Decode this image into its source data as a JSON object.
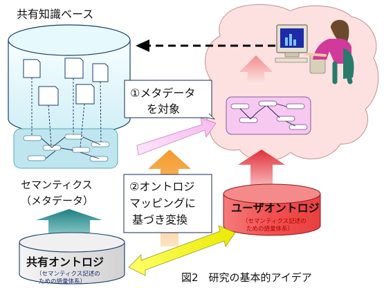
{
  "title": "共有知識ベース",
  "semantics_label": {
    "line1": "セマンティクス",
    "line2": "（メタデータ）"
  },
  "step1": {
    "line1": "①メタデータ",
    "line2": "を対象"
  },
  "step2": {
    "line1": "②オントロジ",
    "line2": "マッピングに",
    "line3": "基づき変換"
  },
  "user_ontology": {
    "title": "ユーザオントロジ",
    "sub1": "（セマンティクス記述の",
    "sub2": "ための語彙体系）"
  },
  "shared_ontology": {
    "title": "共有オントロジ",
    "sub1": "（セマンティクス記述の",
    "sub2": "ための語彙体系）"
  },
  "caption": "図2　研究の基本的アイデア",
  "colors": {
    "kb_cylinder": "#dff6fb",
    "metadata_box": "#bfe6ee",
    "user_cloud": "#fde0e0",
    "user_meta_box": "#f7c8f0",
    "user_ontology": "#f45a5a",
    "shared_ontology": "#e6e6e6",
    "arrow_teal": "#2f8f8f",
    "arrow_orange": "#f39a2a",
    "arrow_red": "#e0303a",
    "arrow_yellow": "#f4f400"
  },
  "icons": [
    "document-icon",
    "computer-user-icon"
  ]
}
